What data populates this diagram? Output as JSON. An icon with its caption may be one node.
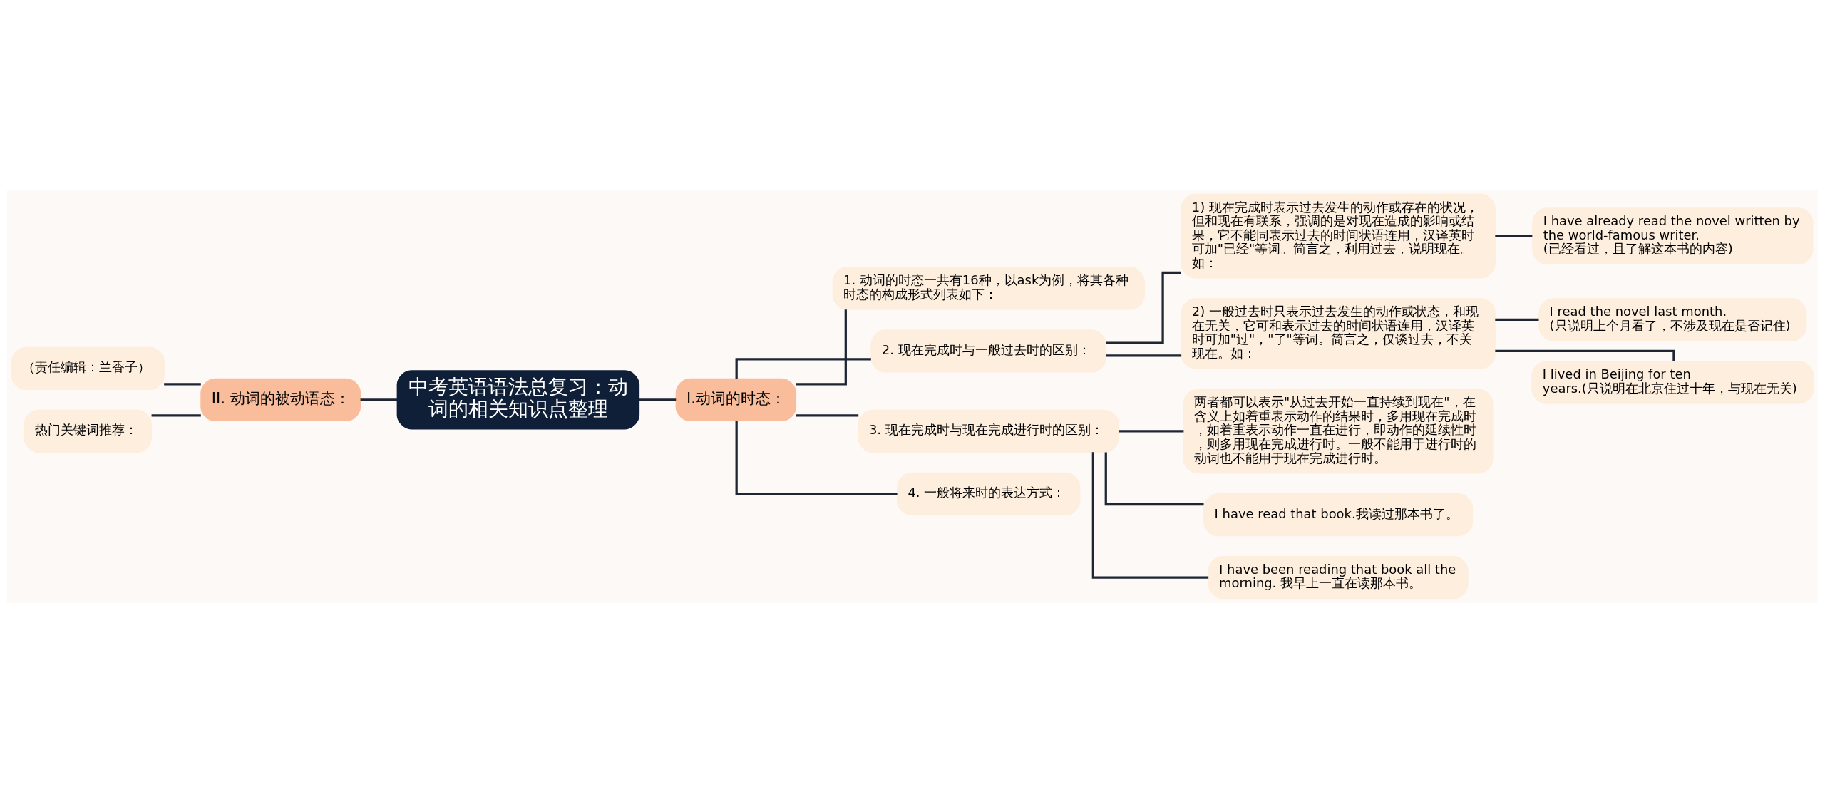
{
  "diagram": {
    "nodes": [
      {
        "text": [
          "中考英语语法总复习：动词的相关知识点整理"
        ]
      },
      {
        "text": [
          "I.动词的时态："
        ]
      },
      {
        "text": [
          "1. 动词的时态一共有16种，以ask为例，将其各种时态的构成形式列表如下："
        ]
      },
      {
        "text": [
          "2. 现在完成时与一般过去时的区别："
        ]
      },
      {
        "text": [
          "1) 现在完成时表示过去发生的动作或存在的状况，但和现在有联系，强调的是对现在造成的影响或结果，它不能同表示过去的时间状语连用，汉译英时可加\"已经\"等词。简言之，利用过去，说明现在。如："
        ]
      },
      {
        "text": [
          "I have already read the novel written by the world-famous writer. (已经看过，且了解这本书的内容)"
        ]
      },
      {
        "text": [
          "2) 一般过去时只表示过去发生的动作或状态，和现在无关，它可和表示过去的时间状语连用，汉译英时可加\"过\"，\"了\"等词。简言之，仅谈过去，不关现在。如："
        ]
      },
      {
        "text": [
          "I read the novel last month. (只说明上个月看了，不涉及现在是否记住)"
        ]
      },
      {
        "text": [
          "I lived in Beijing for ten years.(只说明在北京住过十年，与现在无关)"
        ]
      },
      {
        "text": [
          "3. 现在完成时与现在完成进行时的区别："
        ]
      },
      {
        "text": [
          "两者都可以表示\"从过去开始一直持续到现在\"，在含义上如着重表示动作的结果时，多用现在完成时，如着重表示动作一直在进行，即动作的延续性时，则多用现在完成进行时。一般不能用于进行时的动词也不能用于现在完成进行时。"
        ]
      },
      {
        "text": [
          "I have read that book.我读过那本书了。"
        ]
      },
      {
        "text": [
          "I have been reading that book all the morning. 我早上一直在读那本书。"
        ]
      },
      {
        "text": [
          "4. 一般将来时的表达方式："
        ]
      },
      {
        "text": [
          "II. 动词的被动语态："
        ]
      },
      {
        "text": [
          "（责任编辑：兰香子）"
        ]
      },
      {
        "text": [
          "热门关键词推荐："
        ]
      }
    ],
    "edges": [
      {
        "from": 0,
        "to": 1,
        "arrow": "none"
      },
      {
        "from": 1,
        "to": 2,
        "arrow": "none"
      },
      {
        "from": 1,
        "to": 3,
        "arrow": "none"
      },
      {
        "from": 3,
        "to": 4,
        "arrow": "none"
      },
      {
        "from": 4,
        "to": 5,
        "arrow": "none"
      },
      {
        "from": 3,
        "to": 6,
        "arrow": "none"
      },
      {
        "from": 6,
        "to": 7,
        "arrow": "none"
      },
      {
        "from": 6,
        "to": 8,
        "arrow": "none"
      },
      {
        "from": 1,
        "to": 9,
        "arrow": "none"
      },
      {
        "from": 9,
        "to": 10,
        "arrow": "none"
      },
      {
        "from": 9,
        "to": 11,
        "arrow": "none"
      },
      {
        "from": 9,
        "to": 12,
        "arrow": "none"
      },
      {
        "from": 1,
        "to": 13,
        "arrow": "none"
      },
      {
        "from": 0,
        "to": 14,
        "arrow": "none"
      },
      {
        "from": 14,
        "to": 15,
        "arrow": "none"
      },
      {
        "from": 14,
        "to": 16,
        "arrow": "none"
      }
    ]
  }
}
